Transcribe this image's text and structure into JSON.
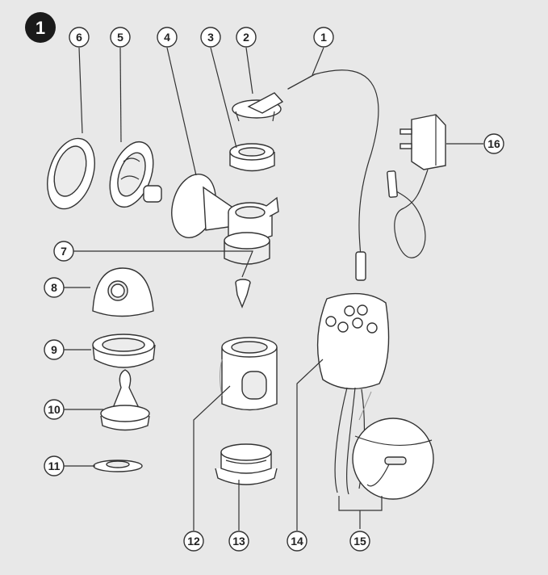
{
  "step": {
    "number": "1"
  },
  "colors": {
    "background": "#e8e8e8",
    "badge": "#1a1a1a",
    "outline": "#333333",
    "part_fill": "#ffffff"
  },
  "callouts": [
    "1",
    "2",
    "3",
    "4",
    "5",
    "6",
    "7",
    "8",
    "9",
    "10",
    "11",
    "12",
    "13",
    "14",
    "15",
    "16"
  ],
  "icons": {
    "1": "tubing-icon",
    "2": "cap-valve-icon",
    "3": "coupling-ring-icon",
    "4": "pump-body-icon",
    "5": "massage-cushion-icon",
    "6": "cover-icon",
    "7": "valve-icon",
    "8": "travel-cap-icon",
    "9": "screw-ring-icon",
    "10": "teat-icon",
    "11": "sealing-disc-icon",
    "12": "bottle-icon",
    "13": "bottle-stand-icon",
    "14": "motor-unit-icon",
    "15": "cable-clip-icon",
    "16": "power-adapter-icon"
  }
}
